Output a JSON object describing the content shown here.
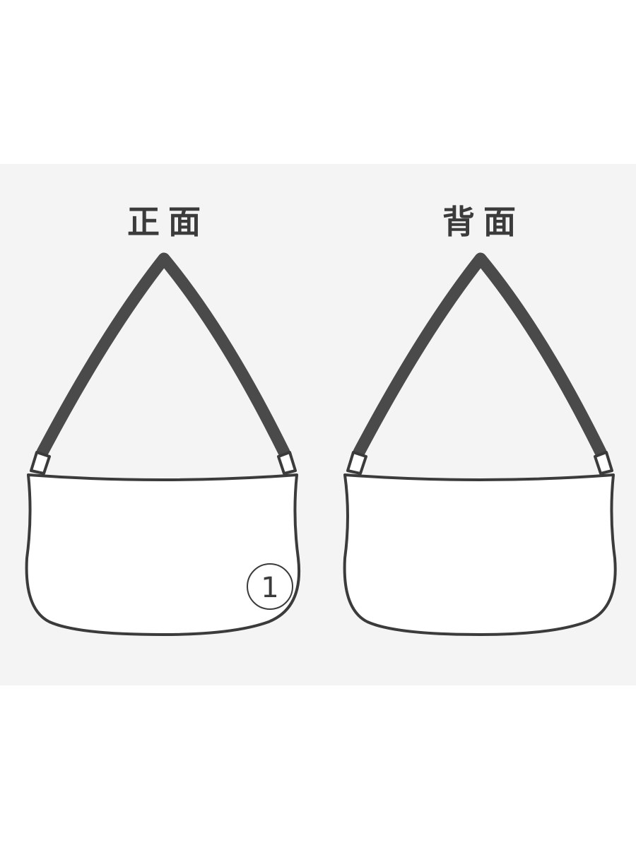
{
  "views": {
    "front": {
      "label": "正面",
      "marker": "1"
    },
    "back": {
      "label": "背面"
    }
  },
  "colors": {
    "background": "#ffffff",
    "panel": "#f4f4f4",
    "outline": "#3b3b3b",
    "strap": "#4a4a4a",
    "bag_fill": "#ffffff"
  }
}
